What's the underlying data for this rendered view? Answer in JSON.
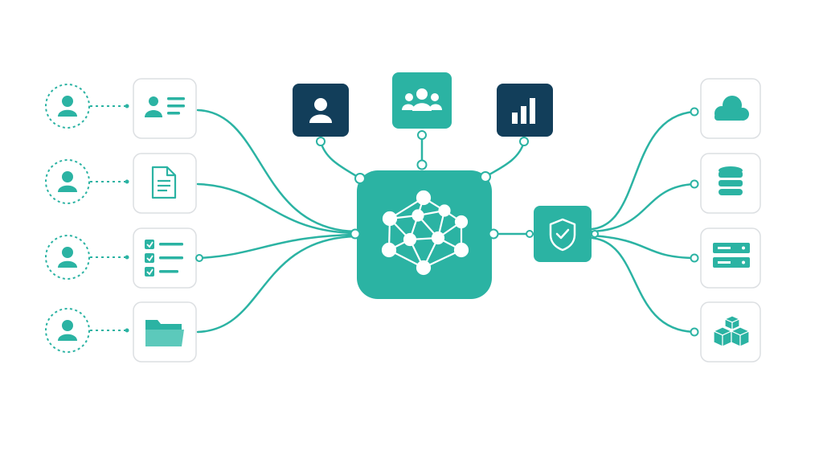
{
  "colors": {
    "teal": "#2bb3a3",
    "navy": "#123e5a",
    "node_border": "#dcdfe2",
    "background": "#ffffff"
  },
  "left_rows": [
    {
      "user_icon": "user-icon",
      "resource_icon": "contact-card-icon"
    },
    {
      "user_icon": "user-icon",
      "resource_icon": "document-icon"
    },
    {
      "user_icon": "user-icon",
      "resource_icon": "checklist-icon"
    },
    {
      "user_icon": "user-icon",
      "resource_icon": "folder-icon"
    }
  ],
  "top_nodes": [
    {
      "icon": "user-icon",
      "color": "navy"
    },
    {
      "icon": "users-group-icon",
      "color": "teal"
    },
    {
      "icon": "bar-chart-icon",
      "color": "navy"
    }
  ],
  "hub": {
    "icon": "network-graph-icon"
  },
  "gateway": {
    "icon": "shield-check-icon"
  },
  "right_nodes": [
    {
      "icon": "cloud-icon"
    },
    {
      "icon": "database-icon"
    },
    {
      "icon": "server-icon"
    },
    {
      "icon": "cubes-icon"
    }
  ]
}
